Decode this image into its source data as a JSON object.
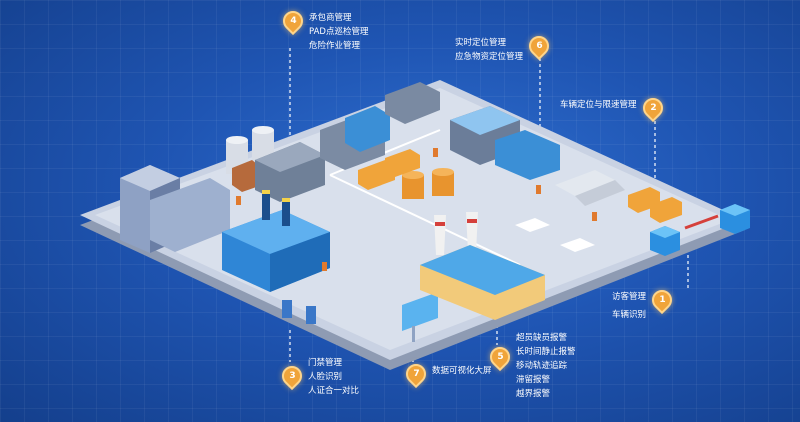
{
  "callouts": [
    {
      "number": "1",
      "items": [
        "访客管理",
        "车辆识别"
      ]
    },
    {
      "number": "2",
      "items": [
        "车辆定位与限速管理"
      ]
    },
    {
      "number": "3",
      "items": [
        "门禁管理",
        "人脸识别",
        "人证合一对比"
      ]
    },
    {
      "number": "4",
      "items": [
        "承包商管理",
        "PAD点巡检管理",
        "危险作业管理"
      ]
    },
    {
      "number": "5",
      "items": [
        "超员缺员报警",
        "长时间静止报警",
        "移动轨迹追踪",
        "滞留报警",
        "越界报警"
      ]
    },
    {
      "number": "6",
      "items": [
        "实时定位管理",
        "应急物资定位管理"
      ]
    },
    {
      "number": "7",
      "items": [
        "数据可视化大屏"
      ]
    }
  ],
  "colors": {
    "accent": "#f0a43a",
    "platform": "#c9d2e3",
    "building": "#2f86d6"
  }
}
